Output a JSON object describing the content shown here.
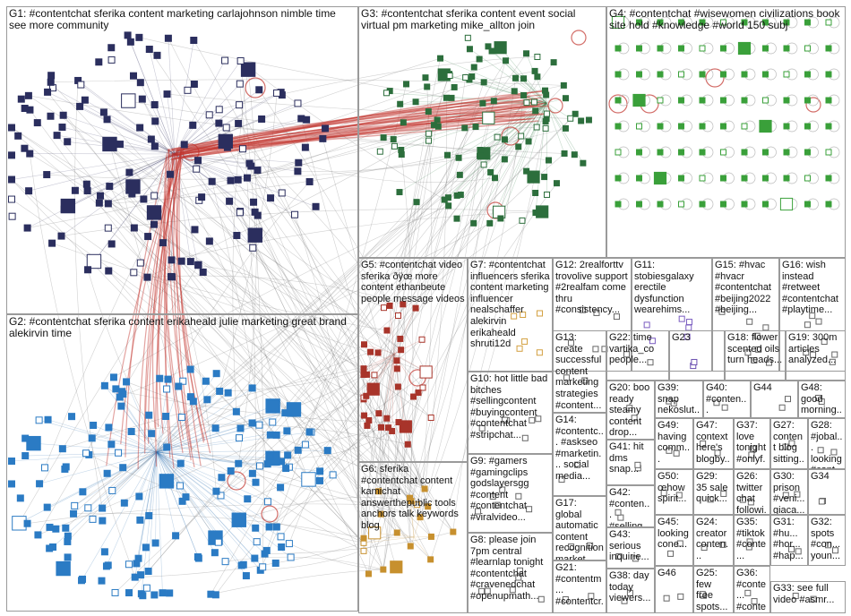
{
  "groups": [
    {
      "id": "G1",
      "label": "G1: #contentchat sferika content marketing carlajohnson nimble time see more community",
      "edge": "#3f3f6a",
      "node": "#2b2e5e"
    },
    {
      "id": "G2",
      "label": "G2: #contentchat sferika content erikaheald julie marketing great brand alekirvin time",
      "edge": "#2a6fb0",
      "node": "#2b7bc4"
    },
    {
      "id": "G3",
      "label": "G3: #contentchat sferika content event social virtual pm marketing mike_allton join",
      "edge": "#2f7a44",
      "node": "#2c6e3c"
    },
    {
      "id": "G4",
      "label": "G4: #contentchat #wisewomen civilizations book site hold #knowledge #world 150 subj",
      "edge": "#3a9a3a",
      "node": "#3aa03a"
    },
    {
      "id": "G5",
      "label": "G5: #contentchat video sferika ðÿœ more content ethanbeute people message videos",
      "edge": "#b83a2a",
      "node": "#a8342a"
    },
    {
      "id": "G6",
      "label": "G6: sferika #contentchat content kamichat answerthepublic tools anchors talk keywords blog",
      "edge": "#c08a2a",
      "node": "#c7902e"
    },
    {
      "id": "G7",
      "label": "G7: #contentchat influencers sferika content marketing influencer nealschaffer alekirvin erikaheald shruti12d",
      "edge": "#d3a040",
      "node": "#d3a040"
    },
    {
      "id": "G8",
      "label": "G8: please join 7pm central #learnlap tonight #contentchat #cravenedchat #openupmath...",
      "edge": "#666",
      "node": "#666"
    },
    {
      "id": "G9",
      "label": "G9: #gamers #gamingclips godslayersgg #content #contentchat #viralvideo...",
      "edge": "#666",
      "node": "#666"
    },
    {
      "id": "G10",
      "label": "G10: hot little bad bitches #sellingcontent #buyingcontent #contentchat #stripchat...",
      "edge": "#666",
      "node": "#666"
    },
    {
      "id": "G11",
      "label": "G11: stobiesgalaxy erectile dysfunction wearehims...",
      "edge": "#6a4fb0",
      "node": "#7a5cc0"
    },
    {
      "id": "G12",
      "label": "G12: 2realforttv trovolive support #2realfam come thru #consistency...",
      "edge": "#666",
      "node": "#666"
    },
    {
      "id": "G13",
      "label": "G13: create successful content marketing strategies #content...",
      "edge": "#666",
      "node": "#666"
    },
    {
      "id": "G14",
      "label": "G14: #contentc... #askseo #marketin... social media...",
      "edge": "#666",
      "node": "#666"
    },
    {
      "id": "G15",
      "label": "G15: #hvac #hvacr #contentchat #beijing2022 #beijing...",
      "edge": "#666",
      "node": "#666"
    },
    {
      "id": "G16",
      "label": "G16: wish instead #retweet #contentchat #playtime...",
      "edge": "#666",
      "node": "#666"
    },
    {
      "id": "G17",
      "label": "G17: global automatic content recognition market...",
      "edge": "#666",
      "node": "#666"
    },
    {
      "id": "G18",
      "label": "G18: flower scented oils turn heads...",
      "edge": "#666",
      "node": "#666"
    },
    {
      "id": "G19",
      "label": "G19: 300m articles analyzed...",
      "edge": "#666",
      "node": "#666"
    },
    {
      "id": "G20",
      "label": "G20: boo ready steamy content drop...",
      "edge": "#666",
      "node": "#666"
    },
    {
      "id": "G21",
      "label": "G21: #contentm... #contentcr... #contentw...",
      "edge": "#666",
      "node": "#666"
    },
    {
      "id": "G22",
      "label": "G22: time vartika_co people...",
      "edge": "#666",
      "node": "#666"
    },
    {
      "id": "G23",
      "label": "G23",
      "edge": "#6a4fb0",
      "node": "#6a4fb0"
    },
    {
      "id": "G24",
      "label": "G24: creator conten...",
      "edge": "#666",
      "node": "#666"
    },
    {
      "id": "G25",
      "label": "G25: few free spots...",
      "edge": "#666",
      "node": "#666"
    },
    {
      "id": "G26",
      "label": "G26: twitter chat followi...",
      "edge": "#666",
      "node": "#666"
    },
    {
      "id": "G27",
      "label": "G27: content blog sitting...",
      "edge": "#666",
      "node": "#666"
    },
    {
      "id": "G28",
      "label": "G28: #jobal... looking #cont...",
      "edge": "#666",
      "node": "#666"
    },
    {
      "id": "G29",
      "label": "G29: 35 sale quick...",
      "edge": "#666",
      "node": "#666"
    },
    {
      "id": "G30",
      "label": "G30: prison #veni... giaca...",
      "edge": "#666",
      "node": "#666"
    },
    {
      "id": "G31",
      "label": "G31: #hu... #hor... #hap...",
      "edge": "#666",
      "node": "#666"
    },
    {
      "id": "G32",
      "label": "G32: spots #con... youn...",
      "edge": "#666",
      "node": "#666"
    },
    {
      "id": "G33",
      "label": "G33: see full video #asmr...",
      "edge": "#666",
      "node": "#666"
    },
    {
      "id": "G34",
      "label": "G34",
      "edge": "#666",
      "node": "#666"
    },
    {
      "id": "G35",
      "label": "G35: #tiktok #conte...",
      "edge": "#666",
      "node": "#666"
    },
    {
      "id": "G36",
      "label": "G36: #conte... #conte...",
      "edge": "#666",
      "node": "#666"
    },
    {
      "id": "G37",
      "label": "G37: love tonight #onlyf...",
      "edge": "#666",
      "node": "#666"
    },
    {
      "id": "G38",
      "label": "G38: day today viewers...",
      "edge": "#666",
      "node": "#666"
    },
    {
      "id": "G39",
      "label": "G39: snap nekoslut...",
      "edge": "#666",
      "node": "#666"
    },
    {
      "id": "G40",
      "label": "G40: #conten... #sellingc...",
      "edge": "#666",
      "node": "#666"
    },
    {
      "id": "G41",
      "label": "G41: hit dms snap...",
      "edge": "#666",
      "node": "#666"
    },
    {
      "id": "G42",
      "label": "G42: #conten... #selling...",
      "edge": "#666",
      "node": "#666"
    },
    {
      "id": "G43",
      "label": "G43: serious inquirie...",
      "edge": "#666",
      "node": "#666"
    },
    {
      "id": "G44",
      "label": "G44",
      "edge": "#666",
      "node": "#666"
    },
    {
      "id": "G45",
      "label": "G45: looking cone...",
      "edge": "#666",
      "node": "#666"
    },
    {
      "id": "G46",
      "label": "G46",
      "edge": "#666",
      "node": "#666"
    },
    {
      "id": "G47",
      "label": "G47: context here's blogby...",
      "edge": "#666",
      "node": "#666"
    },
    {
      "id": "G48",
      "label": "G48: good morning...",
      "edge": "#666",
      "node": "#666"
    },
    {
      "id": "G49",
      "label": "G49: having comm...",
      "edge": "#666",
      "node": "#666"
    },
    {
      "id": "G50",
      "label": "G50: œhow spirit...",
      "edge": "#666",
      "node": "#666"
    }
  ]
}
